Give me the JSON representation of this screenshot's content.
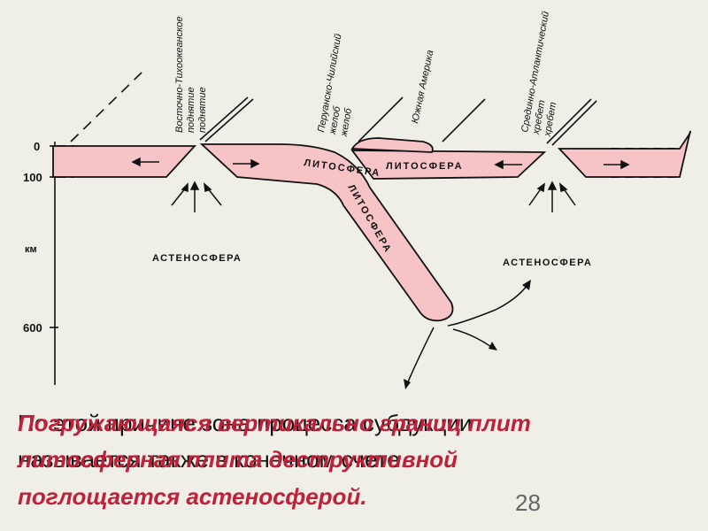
{
  "diagram": {
    "depth_labels": [
      "0",
      "100",
      "км",
      "600"
    ],
    "ridge_pacific": "Восточно-Тихоокеанское поднятие",
    "trench": "Перуанско-Чилийский желоб",
    "continent": "Южная Америка",
    "ridge_atlantic": "Срединно-Атлантический хребет",
    "lithosphere_left": "ЛИТОСФЕРА",
    "lithosphere_slab": "ЛИТОСФЕРА",
    "lithosphere_right": "ЛИТОСФЕРА",
    "asthenosphere_left": "АСТЕНОСФЕРА",
    "asthenosphere_right": "АСТЕНОСФЕРА"
  },
  "overlay": {
    "black_line1": "По этой причине зона        процесса субдукции",
    "black_line2": "называется также                  в конечном счете",
    "red_line1": "Погружающаяся        вертикально границ плит",
    "red_line2": "литосферная    плита    деструктивной",
    "red_line3": "поглощается астеносферой.",
    "page_number": "28"
  },
  "colors": {
    "plate_fill": "#f6c3c6",
    "red_text": "#c0203a"
  }
}
